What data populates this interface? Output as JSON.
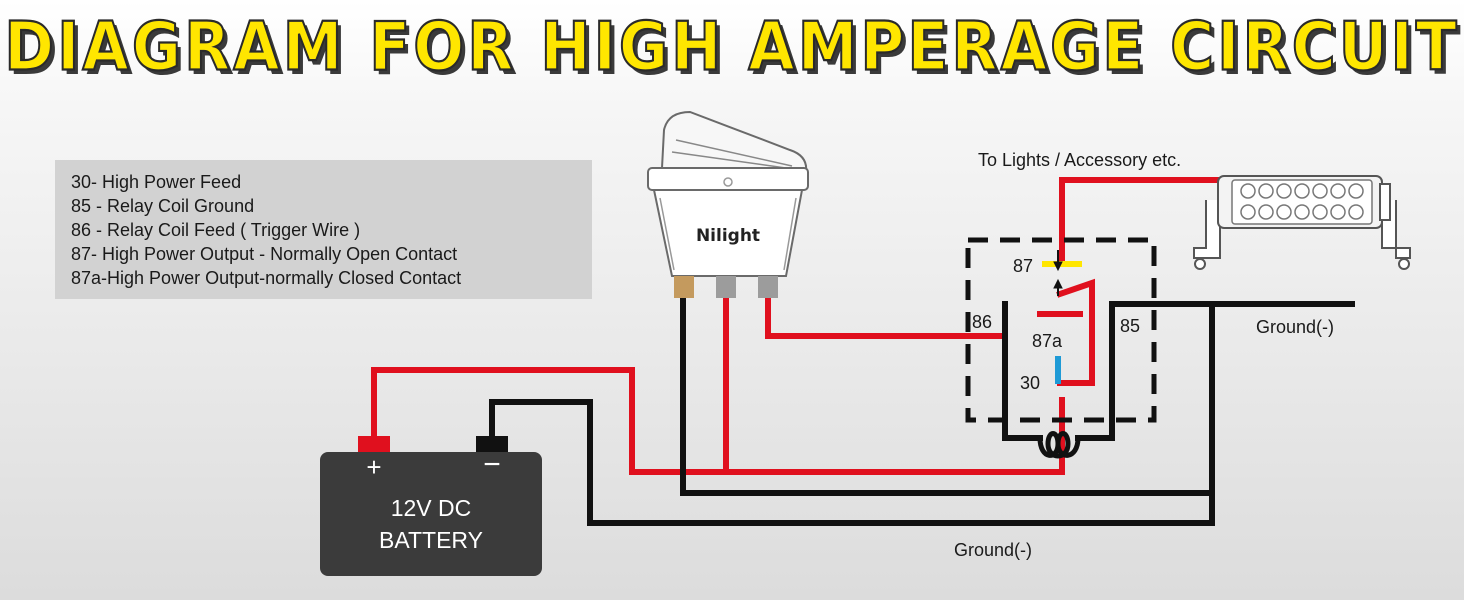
{
  "title": "DIAGRAM FOR HIGH AMPERAGE CIRCUIT",
  "legend": [
    "30- High Power Feed",
    "85 - Relay Coil Ground",
    "86 - Relay Coil Feed ( Trigger Wire )",
    "87- High Power Output - Normally Open Contact",
    "87a-High Power Output-normally Closed Contact"
  ],
  "switch": {
    "brand": "Nilight"
  },
  "relay": {
    "pin_87": "87",
    "pin_87a": "87a",
    "pin_86": "86",
    "pin_85": "85",
    "pin_30": "30"
  },
  "labels": {
    "to_lights": "To Lights / Accessory etc.",
    "ground_right": "Ground(-)",
    "ground_bottom": "Ground(-)"
  },
  "battery": {
    "plus": "+",
    "minus": "−",
    "line1": "12V DC",
    "line2": "BATTERY"
  },
  "colors": {
    "wire_power": "#e0101e",
    "wire_ground": "#111111",
    "title_fill": "#ffe600",
    "pin_87_color": "#ffe600",
    "pin_30_color": "#1e9ad6"
  }
}
